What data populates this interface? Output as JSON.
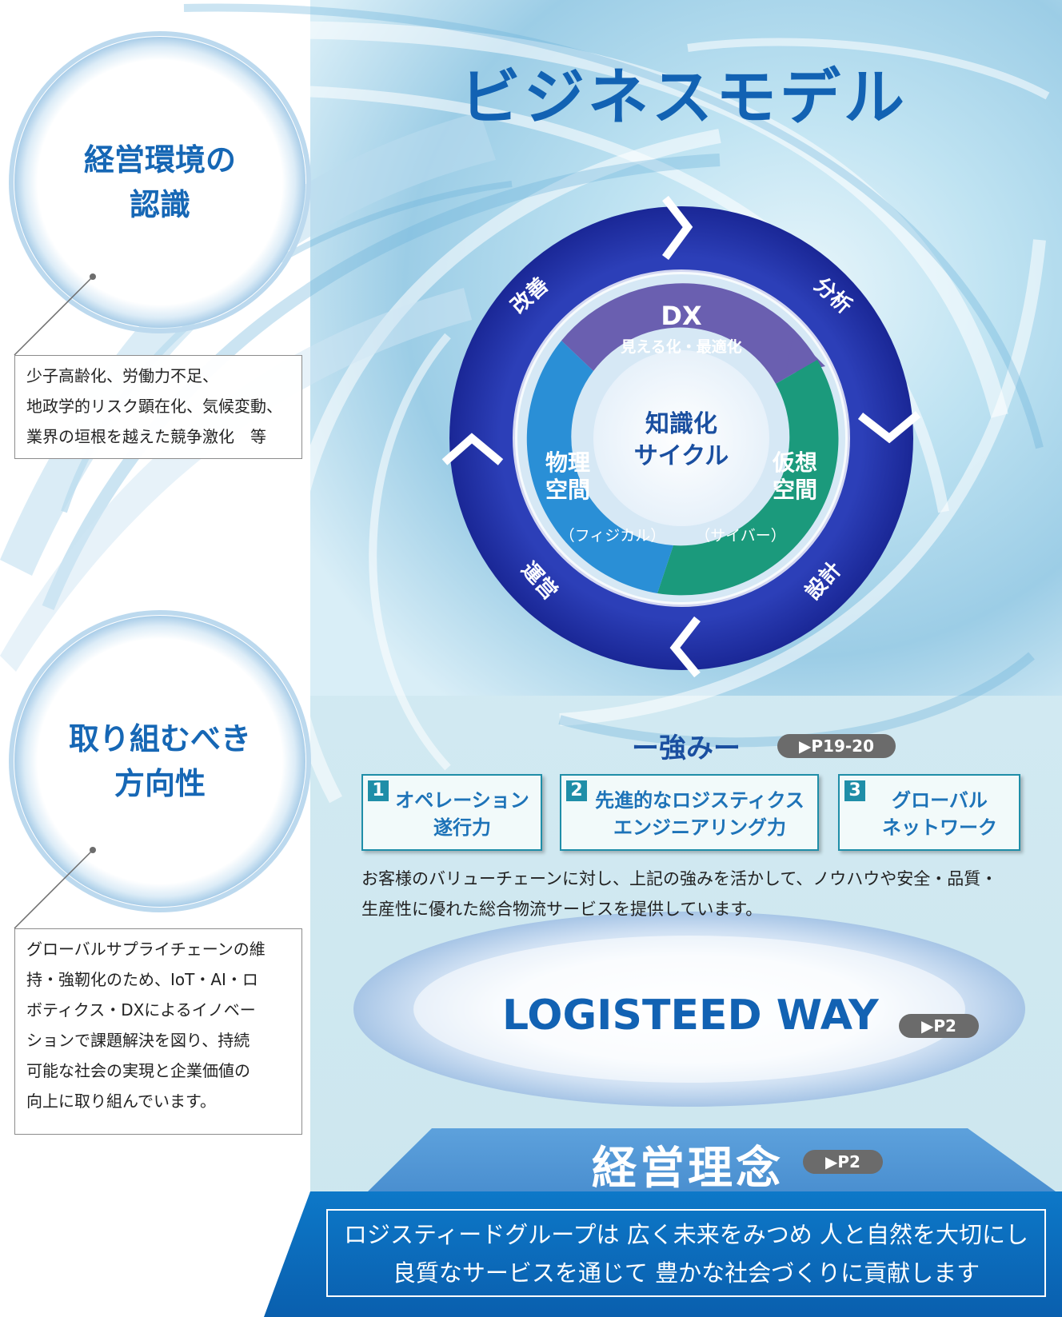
{
  "title": "ビジネスモデル",
  "environment": {
    "title_lines": [
      "経営環境の",
      "認識"
    ],
    "note_lines": [
      "少子高齢化、労働力不足、",
      "地政学的リスク顕在化、気候変動、",
      "業界の垣根を越えた競争激化　等"
    ]
  },
  "direction": {
    "title_lines": [
      "取り組むべき",
      "方向性"
    ],
    "note_lines": [
      "グローバルサプライチェーンの維",
      "持・強靭化のため、IoT・AI・ロ",
      "ボティクス・DXによるイノベー",
      "ションで課題解決を図り、持続",
      "可能な社会の実現と企業価値の",
      "向上に取り組んでいます。"
    ]
  },
  "cycle": {
    "outer_labels": [
      "改善",
      "分析",
      "設計",
      "運営"
    ],
    "dx_title": "DX",
    "dx_subtitle": "見える化・最適化",
    "physical_lines": [
      "物理",
      "空間"
    ],
    "physical_sub": "（フィジカル）",
    "virtual_lines": [
      "仮想",
      "空間"
    ],
    "virtual_sub": "（サイバー）",
    "center_lines": [
      "知識化",
      "サイクル"
    ]
  },
  "strengths": {
    "heading": "ー強みー",
    "page_ref": "▶P19-20",
    "items": [
      {
        "num": "1",
        "lines": [
          "オペレーション",
          "遂行力"
        ]
      },
      {
        "num": "2",
        "lines": [
          "先進的なロジスティクス",
          "エンジニアリング力"
        ]
      },
      {
        "num": "3",
        "lines": [
          "グローバル",
          "ネットワーク"
        ]
      }
    ],
    "description_lines": [
      "お客様のバリューチェーンに対し、上記の強みを活かして、ノウハウや安全・品質・",
      "生産性に優れた総合物流サービスを提供しています。"
    ]
  },
  "way": {
    "label": "LOGISTEED WAY",
    "page_ref": "▶P2"
  },
  "philosophy": {
    "title": "経営理念",
    "page_ref": "▶P2",
    "lines": [
      "ロジスティードグループは 広く未来をみつめ 人と自然を大切にし",
      "良質なサービスを通じて 豊かな社会づくりに貢献します"
    ]
  },
  "colors": {
    "brand_blue": "#1262b3",
    "ring_navy": "#1a2fa8",
    "dx_purple": "#6a5fb0",
    "virtual_green": "#1b9a7c",
    "physical_blue": "#2a8fd6",
    "teal_border": "#1f8ea8",
    "pill_gray": "#6b6b6b"
  }
}
